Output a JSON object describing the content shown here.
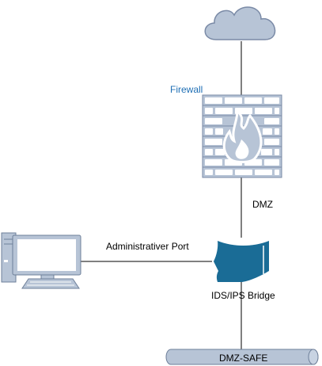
{
  "nodes": {
    "cloud": {
      "icon": "cloud-icon"
    },
    "firewall": {
      "label": "Firewall",
      "icon": "firewall-icon"
    },
    "ids_ips_bridge": {
      "label": "IDS/IPS Bridge",
      "icon": "bridge-icon"
    },
    "workstation": {
      "icon": "workstation-icon"
    },
    "dmz_safe": {
      "label": "DMZ-SAFE",
      "icon": "pipe-icon"
    }
  },
  "edges": {
    "firewall_to_bridge": {
      "label": "DMZ"
    },
    "workstation_to_bridge": {
      "label": "Administrativer Port"
    }
  },
  "colors": {
    "cloud": "#b7c4d6",
    "firewall_fill": "#b7c4d6",
    "firewall_stroke": "#7a8aa6",
    "bridge": "#1a6c96",
    "firewall_label": "#1f6fb5",
    "line": "#000000"
  }
}
